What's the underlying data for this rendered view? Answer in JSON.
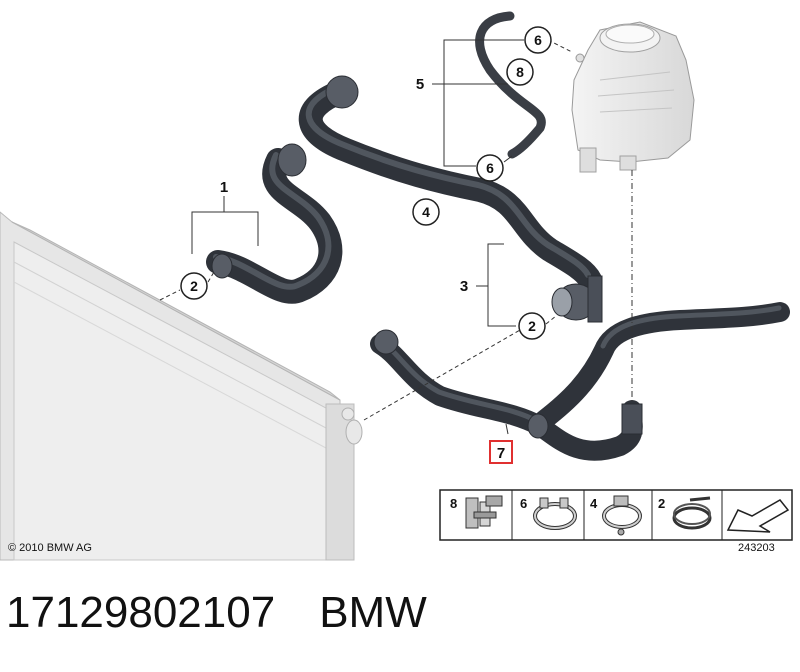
{
  "callouts": {
    "c1": "1",
    "c2a": "2",
    "c2b": "2",
    "c3": "3",
    "c4": "4",
    "c5": "5",
    "c6a": "6",
    "c6b": "6",
    "c7": "7",
    "c8": "8"
  },
  "legend": {
    "items": [
      {
        "num": "8",
        "icon": "retaining-clip-icon"
      },
      {
        "num": "6",
        "icon": "spring-band-clamp-icon"
      },
      {
        "num": "4",
        "icon": "hose-clamp-icon"
      },
      {
        "num": "2",
        "icon": "wire-clamp-icon"
      }
    ],
    "arrow_icon": "direction-arrow-icon"
  },
  "copyright": "© 2010 BMW AG",
  "drawing_number": "243203",
  "part_number": "17129802107",
  "brand": "BMW",
  "colors": {
    "hose": "#4a4f58",
    "hose_highlight": "#7a808a",
    "radiator": "#e4e4e4",
    "tank": "#ececec",
    "highlight_box": "#e03030"
  }
}
